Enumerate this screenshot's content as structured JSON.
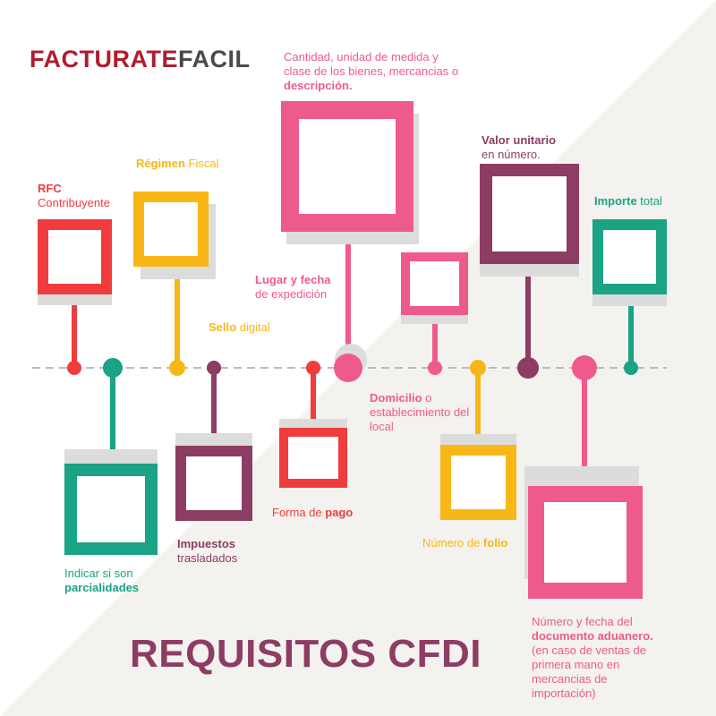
{
  "brand": {
    "part1": "FACTURATE",
    "part2": "FACIL",
    "color1": "#b01c2e",
    "color2": "#4a4a4a"
  },
  "title": "REQUISITOS CFDI",
  "colors": {
    "red": "#f03c3c",
    "yellow": "#f7b817",
    "pink": "#ef5a8c",
    "plum": "#8d3d63",
    "teal": "#1aa384",
    "axis": "#bbbbbb",
    "shadow": "#dcdcdc"
  },
  "items": [
    {
      "id": "rfc",
      "color": "red",
      "bold": "RFC",
      "text_after": "Contribuyente",
      "layout": "bold-break-plain"
    },
    {
      "id": "regimen",
      "color": "yellow",
      "bold": "Régimen",
      "text_after": " Fiscal",
      "layout": "bold-first"
    },
    {
      "id": "sello",
      "color": "yellow",
      "bold": "Sello",
      "text_after": " digital",
      "layout": "bold-first"
    },
    {
      "id": "descripcion",
      "color": "pink",
      "text_before": "Cantidad, unidad de medida y clase de los bienes, mercancias o ",
      "bold": "descripción.",
      "layout": "plain-first"
    },
    {
      "id": "lugar",
      "color": "pink",
      "bold": "Lugar y fecha",
      "text_after": "de expedición",
      "layout": "bold-break-plain"
    },
    {
      "id": "domicilio",
      "color": "pink",
      "bold": "Domicilio",
      "text_after": " o establecimiento del local",
      "layout": "bold-first"
    },
    {
      "id": "valor",
      "color": "plum",
      "bold": "Valor unitario",
      "text_after": "en número.",
      "layout": "bold-break-plain"
    },
    {
      "id": "importe",
      "color": "teal",
      "bold": "Importe",
      "text_after": " total",
      "layout": "bold-first"
    },
    {
      "id": "parcialidades",
      "color": "teal",
      "text_before": "Indicar si son",
      "bold": "parcialidades",
      "layout": "plain-break-bold"
    },
    {
      "id": "impuestos",
      "color": "plum",
      "bold": "Impuestos",
      "text_after": "trasladados",
      "layout": "bold-break-plain"
    },
    {
      "id": "pago",
      "color": "red",
      "text_before": "Forma de ",
      "bold": "pago",
      "layout": "plain-first"
    },
    {
      "id": "folio",
      "color": "yellow",
      "text_before": "Número de ",
      "bold": "folio",
      "layout": "plain-first"
    },
    {
      "id": "aduanero",
      "color": "pink",
      "text_before": "Número y fecha del",
      "bold": "documento aduanero.",
      "text_after": "(en caso de ventas de primera mano en mercancias de importación)",
      "layout": "plain-break-bold-break-plain"
    }
  ]
}
